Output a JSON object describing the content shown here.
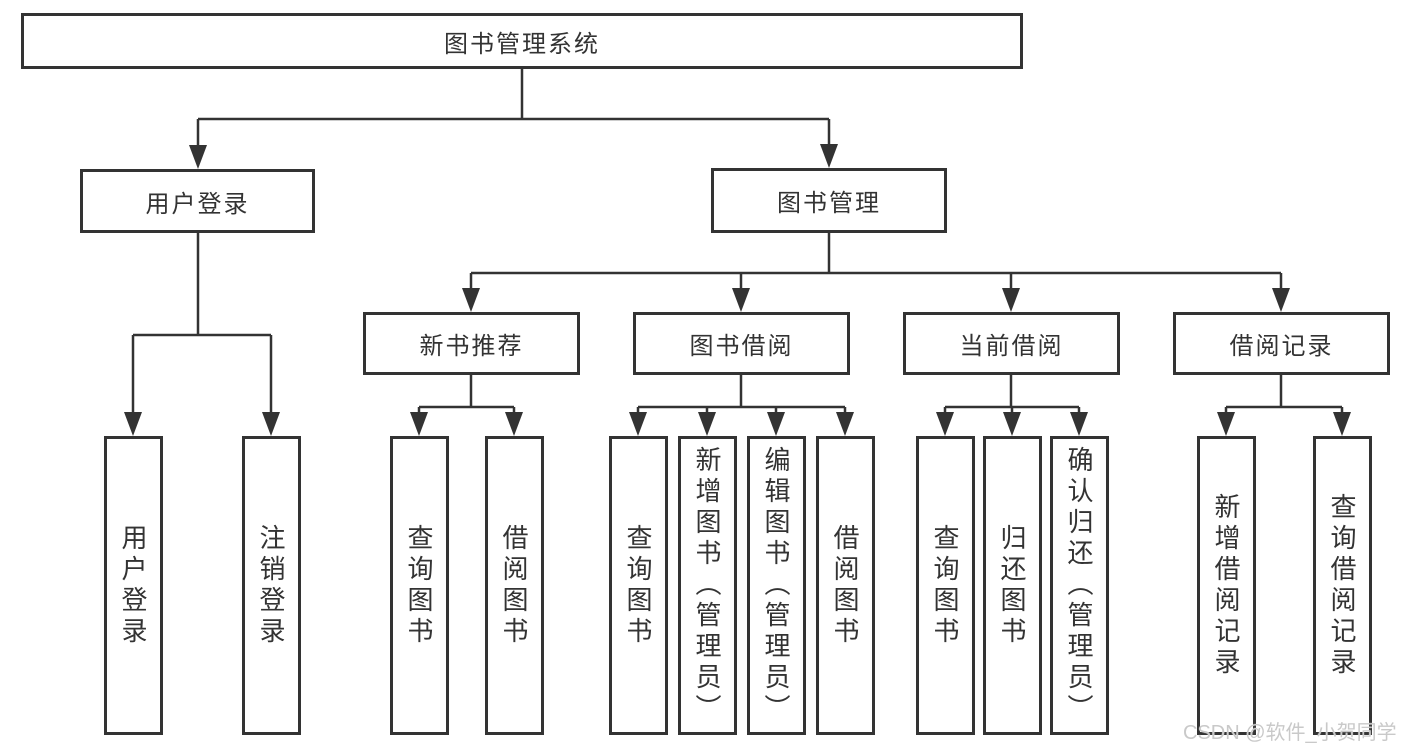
{
  "tree": {
    "label": "图书管理系统",
    "children": [
      {
        "label": "用户登录",
        "children": [
          {
            "label": "用户登录"
          },
          {
            "label": "注销登录"
          }
        ]
      },
      {
        "label": "图书管理",
        "children": [
          {
            "label": "新书推荐",
            "children": [
              {
                "label": "查询图书"
              },
              {
                "label": "借阅图书"
              }
            ]
          },
          {
            "label": "图书借阅",
            "children": [
              {
                "label": "查询图书"
              },
              {
                "label": "新增图书（管理员）"
              },
              {
                "label": "编辑图书（管理员）"
              },
              {
                "label": "借阅图书"
              }
            ]
          },
          {
            "label": "当前借阅",
            "children": [
              {
                "label": "查询图书"
              },
              {
                "label": "归还图书"
              },
              {
                "label": "确认归还（管理员）"
              }
            ]
          },
          {
            "label": "借阅记录",
            "children": [
              {
                "label": "新增借阅记录"
              },
              {
                "label": "查询借阅记录"
              }
            ]
          }
        ]
      }
    ]
  },
  "watermark": {
    "text": "CSDN @软件_小贺同学"
  },
  "colors": {
    "line": "#333333",
    "text": "#333333",
    "box_background": "#ffffff",
    "watermark": "#c9c9c9",
    "background": "#ffffff"
  }
}
